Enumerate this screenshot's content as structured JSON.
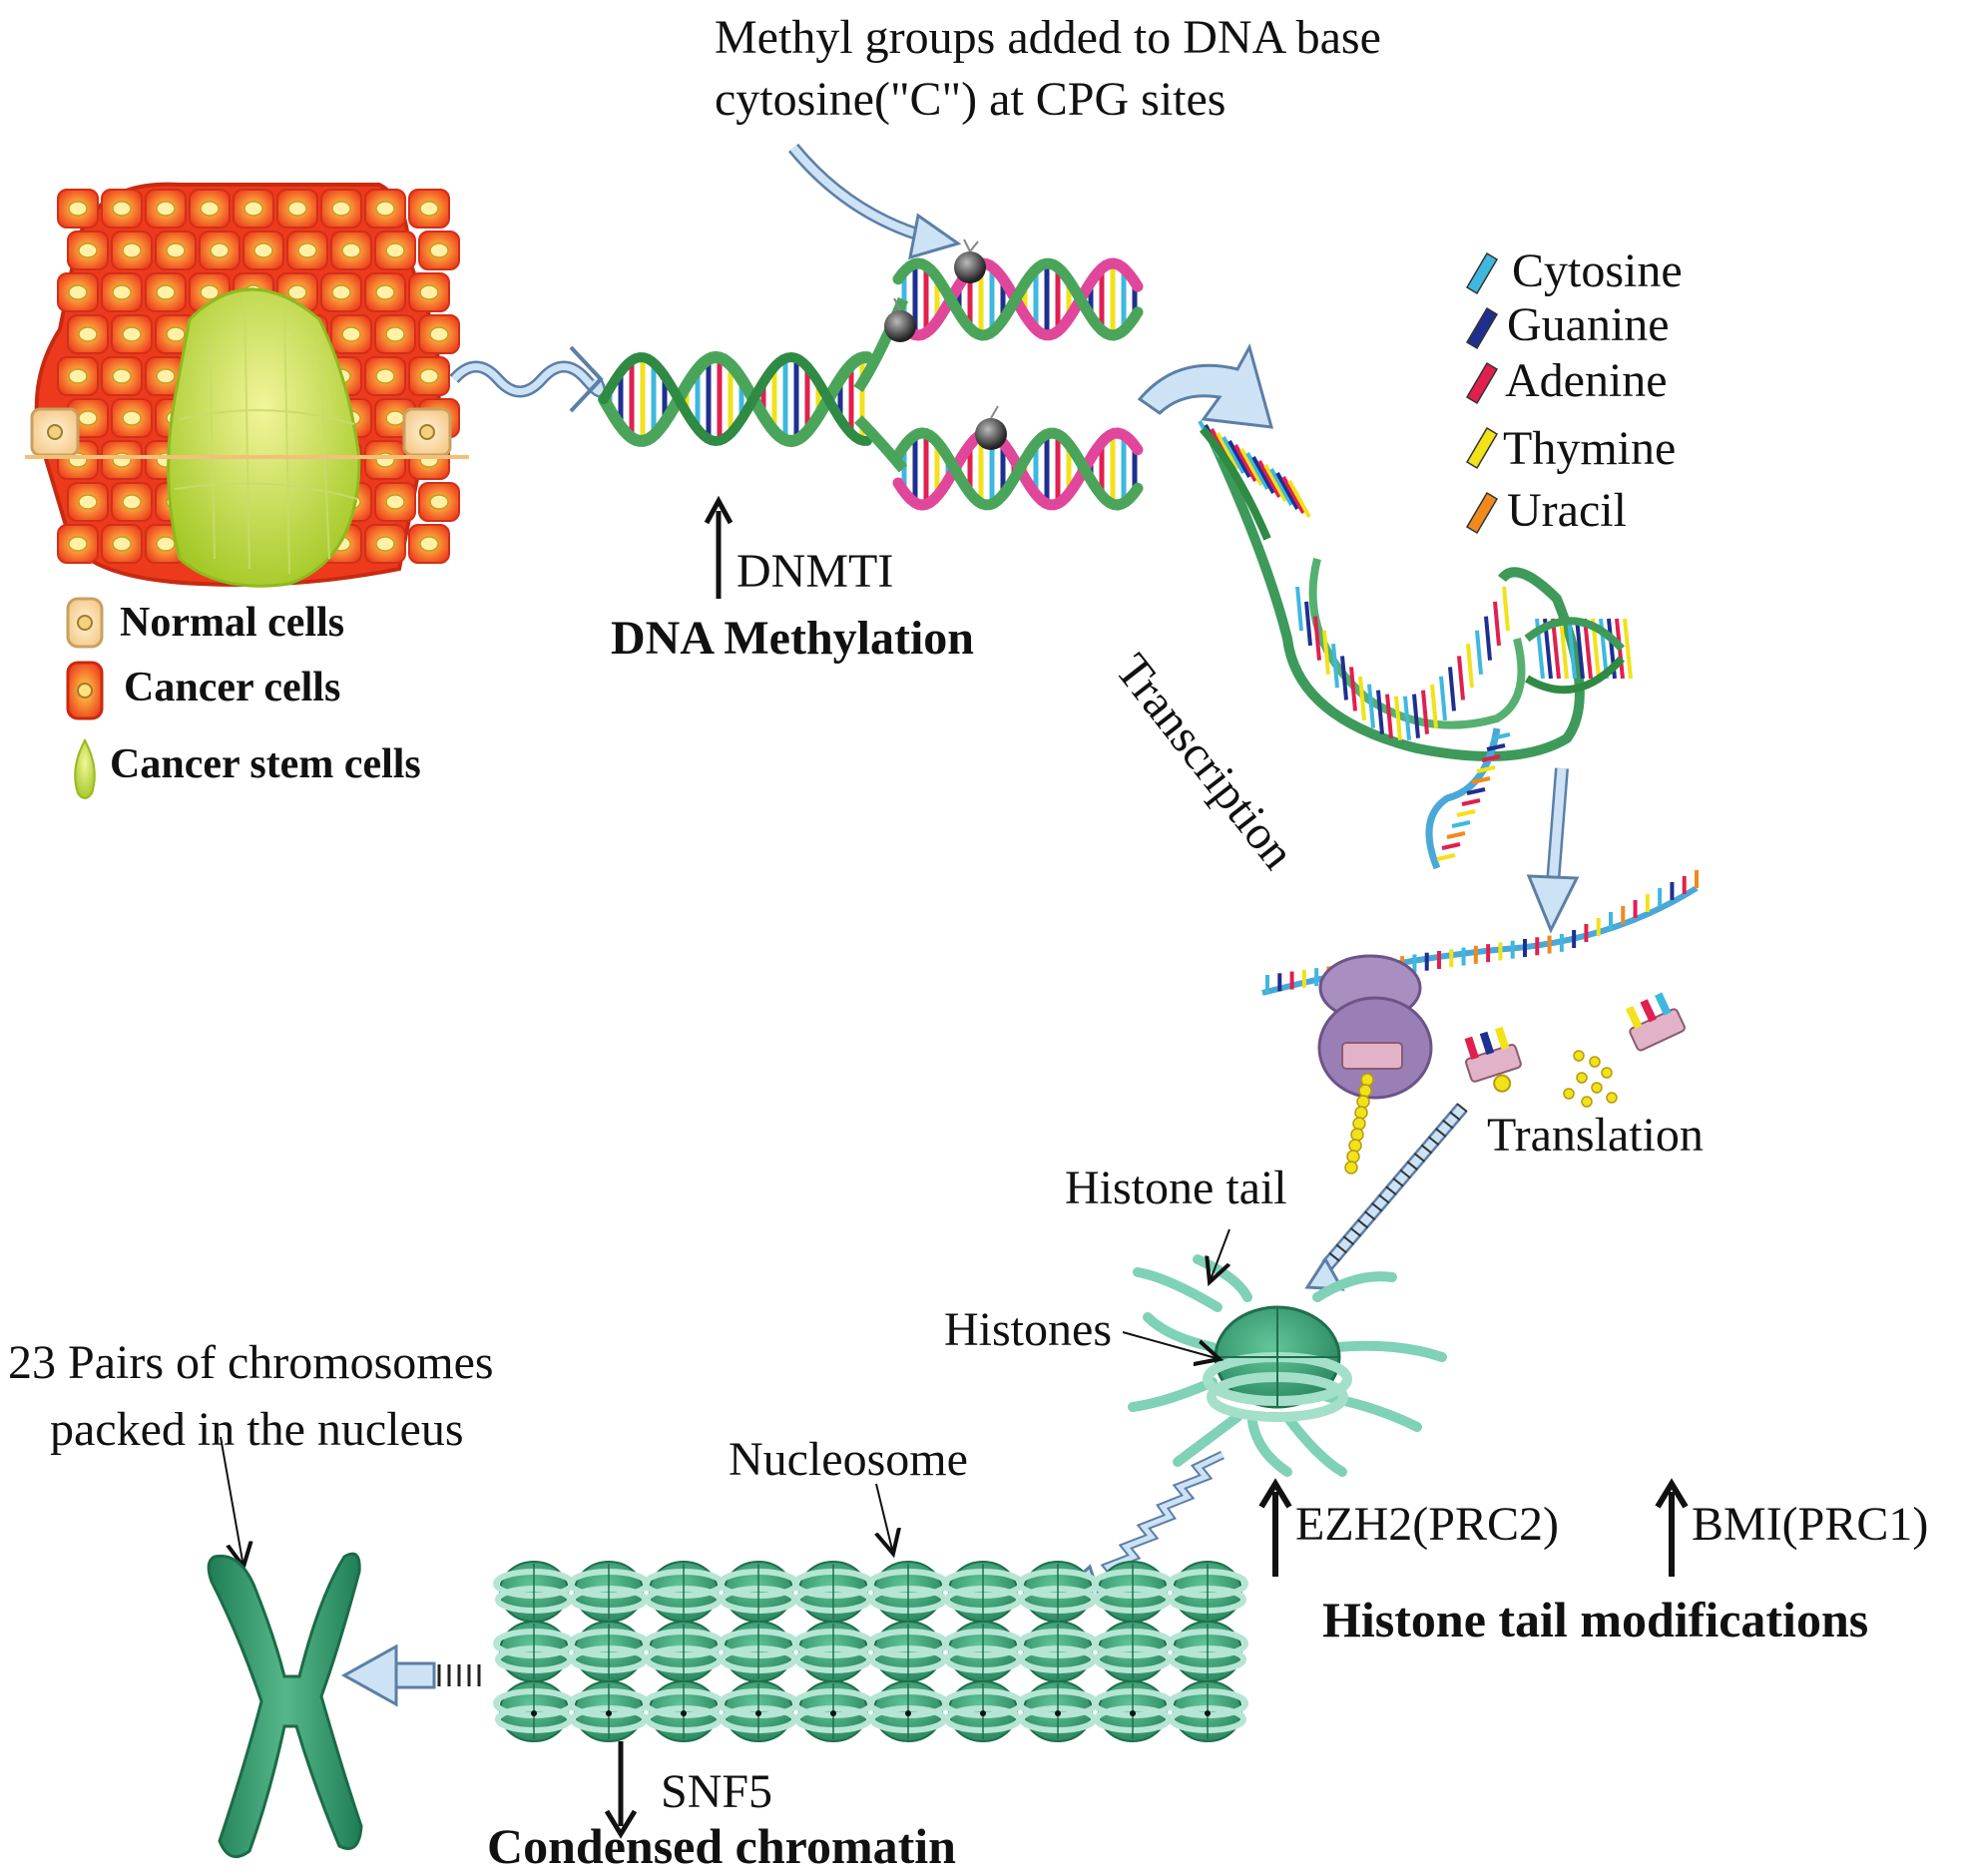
{
  "labels": {
    "methyl_line1": "Methyl groups added to DNA base",
    "methyl_line2": "cytosine(\"C\") at CPG sites",
    "dnmt": "DNMTI",
    "dna_methylation": "DNA Methylation",
    "transcription": "Transcription",
    "translation": "Translation",
    "histone_tail": "Histone tail",
    "histones": "Histones",
    "nucleosome": "Nucleosome",
    "chromosomes_line1": "23 Pairs of chromosomes",
    "chromosomes_line2": "packed in the nucleus",
    "ezh2": "EZH2(PRC2)",
    "bmi": "BMI(PRC1)",
    "histone_mods": "Histone tail modifications",
    "snf5": "SNF5",
    "condensed": "Condensed chromatin"
  },
  "cell_legend": [
    {
      "label": "Normal cells",
      "color": "#f5c98a"
    },
    {
      "label": "Cancer cells",
      "color": "#ef3b1f"
    },
    {
      "label": "Cancer stem cells",
      "color": "#c6d72a"
    }
  ],
  "base_legend": [
    {
      "label": "Cytosine",
      "color": "#3fb8e0"
    },
    {
      "label": "Guanine",
      "color": "#1f2f8f"
    },
    {
      "label": "Adenine",
      "color": "#e0204f"
    },
    {
      "label": "Thymine",
      "color": "#f1e21a"
    },
    {
      "label": "Uracil",
      "color": "#f08a1e"
    }
  ],
  "colors": {
    "arrow_fill": "#cde3f5",
    "arrow_stroke": "#5b7fa6",
    "dna_green": "#4aa55a",
    "dna_pink": "#e0479a",
    "histone_teal": "#3f9e7a",
    "histone_tail": "#7fd1b8",
    "chromosome": "#2e9a6a"
  }
}
